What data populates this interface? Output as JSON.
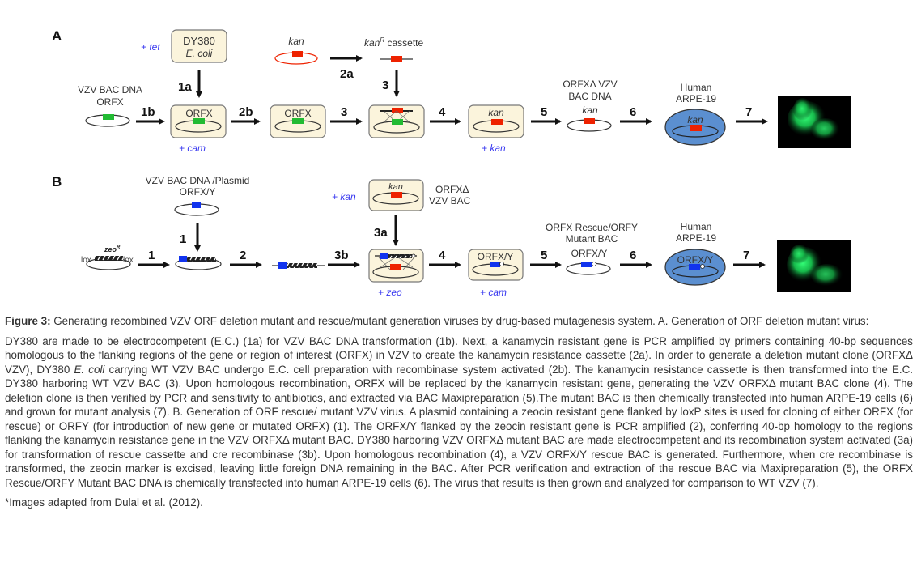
{
  "panels": {
    "A": {
      "label": "A",
      "dy380_line1": "DY380",
      "dy380_line2": "E. coli",
      "tet": "+ tet",
      "kan_plasmid": "kan",
      "kanR_cassette_kan": "kan",
      "kanR_cassette_sup": "R",
      "kanR_cassette_rest": " cassette",
      "vzv_bac_line1": "VZV BAC DNA",
      "vzv_bac_line2": "ORFX",
      "box1_label": "ORFX",
      "box2_label": "ORFX",
      "box4_label": "kan",
      "cam": "+ cam",
      "kan_drug": "+ kan",
      "orfxdelta_line1": "ORFXΔ VZV",
      "orfxdelta_line2": "BAC DNA",
      "orfxdelta_kan": "kan",
      "human_line1": "Human",
      "human_line2": "ARPE-19",
      "cell_kan": "kan",
      "steps": [
        "1a",
        "1b",
        "2a",
        "2b",
        "3",
        "3",
        "4",
        "5",
        "6",
        "7"
      ]
    },
    "B": {
      "label": "B",
      "vzv_plasmid_line1": "VZV BAC DNA /Plasmid",
      "vzv_plasmid_line2": "ORFX/Y",
      "lox_left": "lox",
      "lox_right": "lox",
      "zeo": "zeo",
      "zeo_sup": "R",
      "kan_drug": "+ kan",
      "kan_box_label": "kan",
      "orfxdelta_line1": "ORFXΔ",
      "orfxdelta_line2": "VZV  BAC",
      "zeo_drug": "+ zeo",
      "cam_drug": "+ cam",
      "box4_label": "ORFX/Y",
      "rescue_line1": "ORFX Rescue/ORFY",
      "rescue_line2": "Mutant BAC",
      "rescue_orf": "ORFX/Y",
      "human_line1": "Human",
      "human_line2": "ARPE-19",
      "cell_label": "ORFX/Y",
      "steps": [
        "1",
        "1",
        "2",
        "3b",
        "3a",
        "4",
        "5",
        "6",
        "7"
      ]
    },
    "colors": {
      "green": "#22bb33",
      "red": "#ee2200",
      "blue": "#1133ee",
      "box_fill": "#fbf4dc",
      "cell_fill": "#5b8fd0",
      "drug_blue": "#3a3af0"
    }
  },
  "caption": {
    "figure_label": "Figure 3:",
    "title": " Generating recombined VZV ORF deletion mutant and rescue/mutant generation viruses by drug-based mutagenesis system. A. Generation of ORF deletion mutant virus:",
    "body_part1": "DY380 are made to be electrocompetent (E.C.) (1a) for VZV BAC DNA transformation (1b). Next, a kanamycin resistant gene is PCR amplified by primers containing 40-bp sequences homologous to the flanking regions of the gene or region of interest (ORFX) in VZV to create the kanamycin resistance cassette (2a). In order to generate a deletion mutant clone (ORFXΔ VZV), DY380 ",
    "body_italic": "E. coli",
    "body_part2": " carrying WT VZV BAC undergo E.C. cell preparation with recombinase system activated (2b). The kanamycin resistance cassette is then transformed into the E.C. DY380 harboring WT VZV BAC (3). Upon homologous recombination, ORFX will be replaced by the kanamycin resistant gene, generating the VZV ORFXΔ mutant BAC clone (4). The deletion clone is then verified by PCR and sensitivity to antibiotics, and extracted via BAC Maxipreparation (5).The mutant BAC is then chemically transfected into human ARPE-19 cells (6) and grown for mutant analysis (7). B. Generation of ORF rescue/ mutant VZV virus. A plasmid containing a zeocin resistant gene flanked by loxP sites is used for cloning of either ORFX (for rescue) or ORFY (for introduction of new gene or mutated ORFX) (1). The ORFX/Y flanked by the zeocin resistant gene is PCR amplified (2), conferring 40-bp homology to the regions flanking the kanamycin resistance gene in the VZV ORFXΔ mutant BAC. DY380 harboring VZV ORFXΔ mutant BAC are made electrocompetent and its recombination system activated (3a) for transformation of rescue cassette and cre recombinase (3b). Upon homologous recombination (4), a VZV ORFX/Y rescue BAC is generated. Furthermore, when cre recombinase is transformed, the zeocin marker is excised, leaving little foreign DNA remaining in the BAC. After PCR verification and extraction of the rescue BAC via Maxipreparation (5), the ORFX Rescue/ORFY Mutant BAC DNA is chemically transfected into human ARPE-19 cells (6). The virus that results is then grown and analyzed for comparison to WT VZV (7).",
    "credit": "*Images adapted from Dulal et al. (2012)."
  }
}
